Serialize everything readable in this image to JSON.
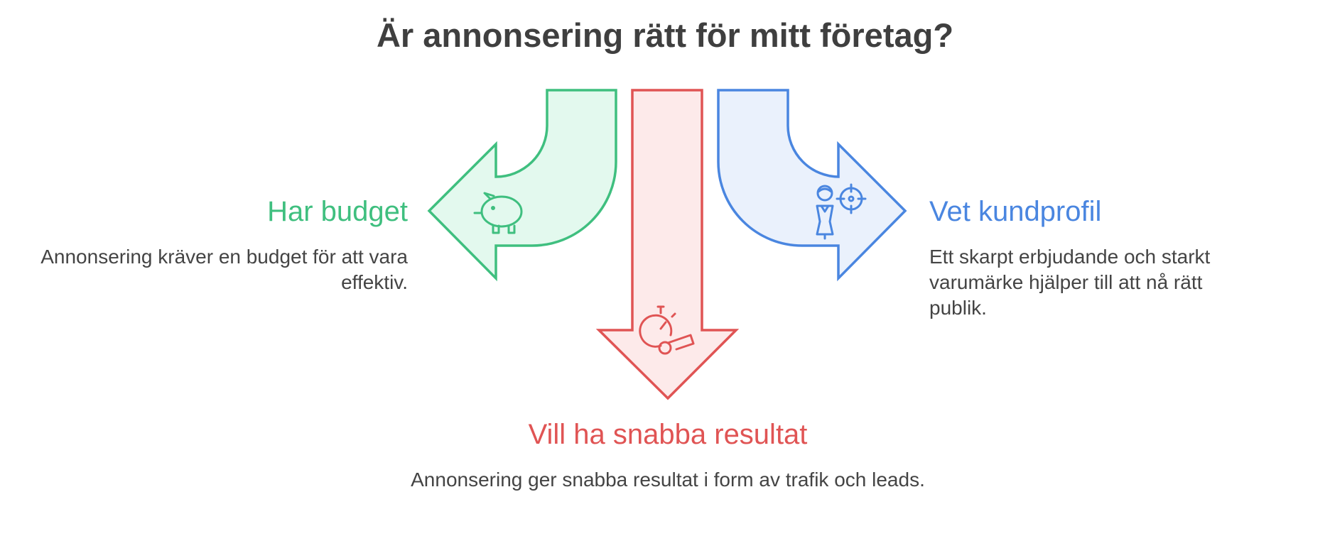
{
  "title": "Är annonsering rätt för mitt företag?",
  "branches": {
    "left": {
      "heading": "Har budget",
      "description": "Annonsering kräver en budget för att vara effektiv.",
      "color": "#3fbf7f",
      "fill": "#e3f9ee",
      "icon": "piggy-bank-icon"
    },
    "center": {
      "heading": "Vill ha snabba resultat",
      "description": "Annonsering ger snabba resultat i form av trafik och leads.",
      "color": "#e05454",
      "fill": "#fdeaea",
      "icon": "stopwatch-whistle-icon"
    },
    "right": {
      "heading": "Vet kundprofil",
      "description": "Ett skarpt erbjudande och starkt varumärke hjälper till att nå rätt publik.",
      "color": "#4a86e0",
      "fill": "#eaf1fc",
      "icon": "person-target-icon"
    }
  }
}
